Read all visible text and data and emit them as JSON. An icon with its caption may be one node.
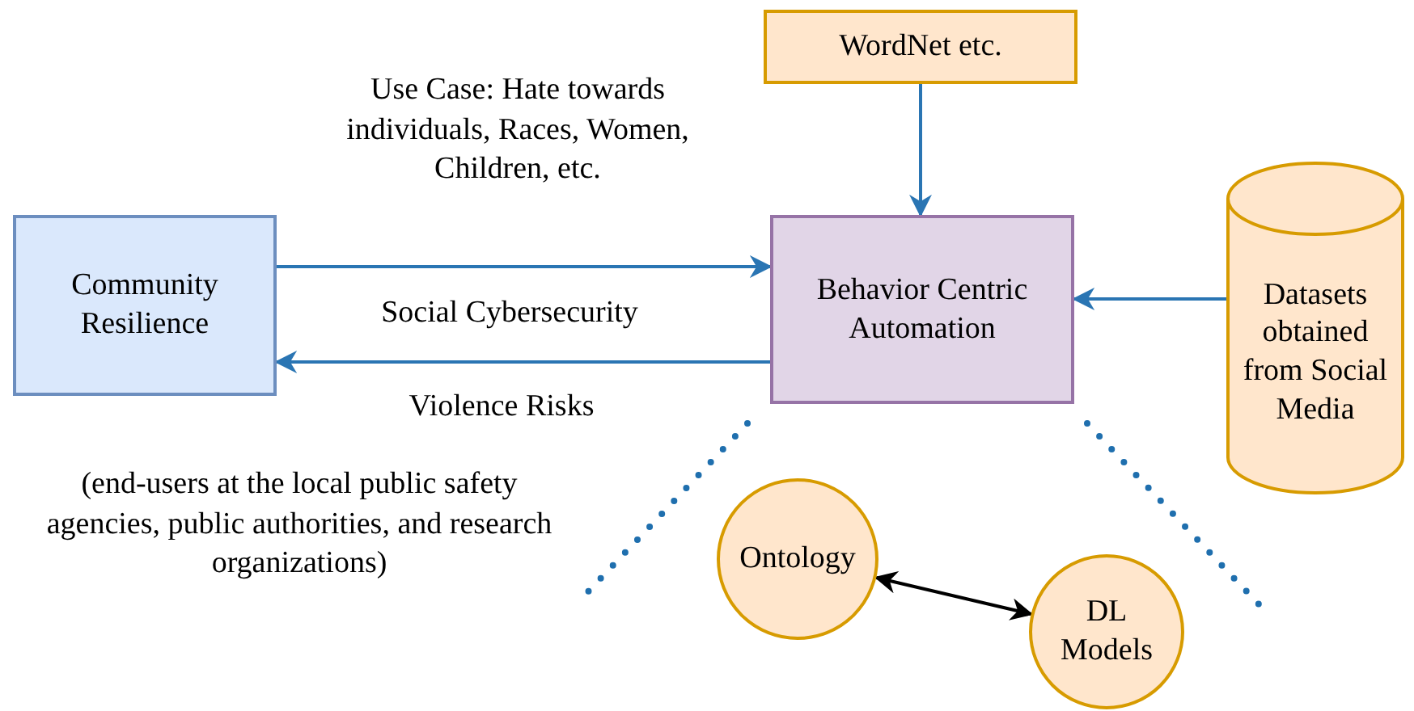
{
  "diagram": {
    "nodes": [
      {
        "text": [
          "WordNet etc."
        ]
      },
      {
        "text": [
          "Community Resilience"
        ]
      },
      {
        "text": [
          "Behavior Centric Automation"
        ]
      },
      {
        "text": [
          "Datasets obtained from Social Media"
        ]
      },
      {
        "text": [
          "Ontology"
        ]
      },
      {
        "text": [
          "DL Models"
        ]
      }
    ],
    "edges": [
      {
        "from": 0,
        "to": 2,
        "arrow": "to"
      },
      {
        "from": 1,
        "to": 2,
        "arrow": "to"
      },
      {
        "from": 2,
        "to": 1,
        "arrow": "to"
      },
      {
        "from": 3,
        "to": 2,
        "arrow": "to"
      },
      {
        "from": 4,
        "to": 5,
        "arrow": "both",
        "color": "#000000"
      }
    ],
    "labels": [
      "Use Case: Hate towards individuals, Races, Women, Children, etc.",
      "Social Cybersecurity",
      "Violence Risks",
      "(end-users at the local public safety agencies, public authorities, and research organizations)"
    ]
  }
}
